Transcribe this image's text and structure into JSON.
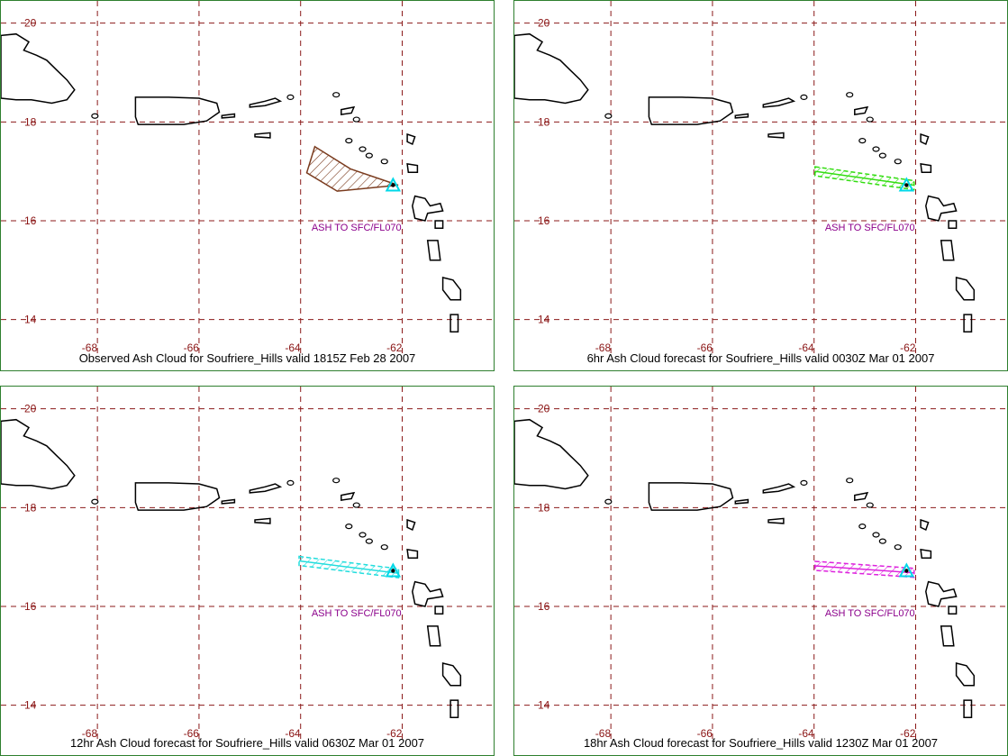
{
  "colors": {
    "grid": "#8b1a1a",
    "panel_border": "#2f7f2f",
    "coast": "#000000",
    "volcano": "#00d8e8",
    "ash_label": "#8b008b"
  },
  "panels": [
    {
      "caption": "Observed Ash Cloud for Soufriere_Hills valid 1815Z Feb 28 2007",
      "ash_label": "ASH TO SFC/FL070",
      "ash_color": "#7a3b1e",
      "ash_shape": "polygon",
      "ash_coords": [
        [
          -63.72,
          17.5
        ],
        [
          -63.02,
          17.05
        ],
        [
          -62.08,
          16.72
        ],
        [
          -63.28,
          16.6
        ],
        [
          -63.88,
          16.97
        ]
      ]
    },
    {
      "caption": "6hr Ash Cloud forecast for Soufriere_Hills valid 0030Z Mar 01 2007",
      "ash_label": "ASH TO SFC/FL070",
      "ash_color": "#33dd11",
      "ash_shape": "band",
      "ash_coords": [
        [
          -63.98,
          17.0
        ],
        [
          -62.03,
          16.72
        ]
      ]
    },
    {
      "caption": "12hr Ash Cloud forecast for Soufriere_Hills valid 0630Z Mar 01 2007",
      "ash_label": "ASH TO SFC/FL070",
      "ash_color": "#22dddd",
      "ash_shape": "band",
      "ash_coords": [
        [
          -64.03,
          16.92
        ],
        [
          -62.07,
          16.67
        ]
      ]
    },
    {
      "caption": "18hr Ash Cloud forecast for Soufriere_Hills valid 1230Z Mar 01 2007",
      "ash_label": "ASH TO SFC/FL070",
      "ash_color": "#dd22dd",
      "ash_shape": "band",
      "ash_coords": [
        [
          -63.98,
          16.82
        ],
        [
          -62.03,
          16.68
        ]
      ]
    }
  ],
  "map": {
    "lon_ticks": [
      -68,
      -66,
      -64,
      -62
    ],
    "lat_ticks": [
      20,
      18,
      16,
      14
    ],
    "lon_range": [
      -69.9,
      -60.2
    ],
    "lat_range": [
      20.45,
      13.3
    ],
    "volcano": [
      -62.18,
      16.72
    ]
  }
}
